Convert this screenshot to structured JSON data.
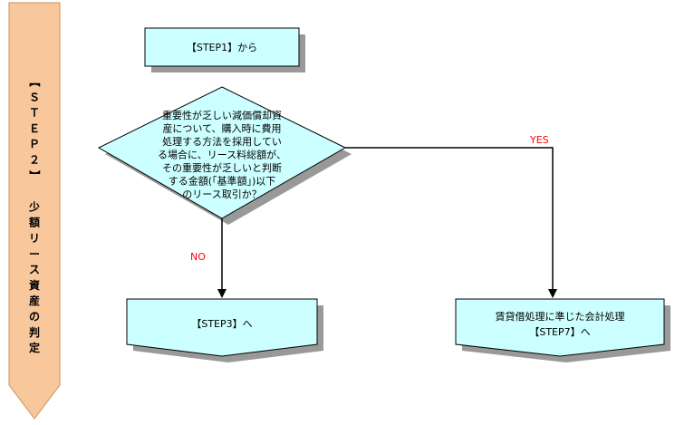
{
  "side_banner": {
    "title": "【ＳＴＥＰ２】　少額リース資産の判定",
    "fill": "#f8c79b",
    "stroke": "#c8935f"
  },
  "start_box": {
    "label": "【STEP1】から"
  },
  "condition": {
    "lines": [
      "重要性が乏しい減価償却資",
      "産について、購入時に費用",
      "処理する方法を採用してい",
      "る場合に、リース料総額が、",
      "その重要性が乏しいと判断",
      "する金額(「基準額」)以下",
      "のリース取引か？"
    ]
  },
  "yes_label": "YES",
  "no_label": "NO",
  "no_result": {
    "label": "【STEP3】へ"
  },
  "yes_result": {
    "lines": [
      "賃貸借処理に準じた会計処理",
      "【STEP7】へ"
    ]
  },
  "colors": {
    "box_fill": "#ccffff",
    "shadow": "#999999",
    "line": "#000000",
    "label_red": "#ff0000"
  }
}
